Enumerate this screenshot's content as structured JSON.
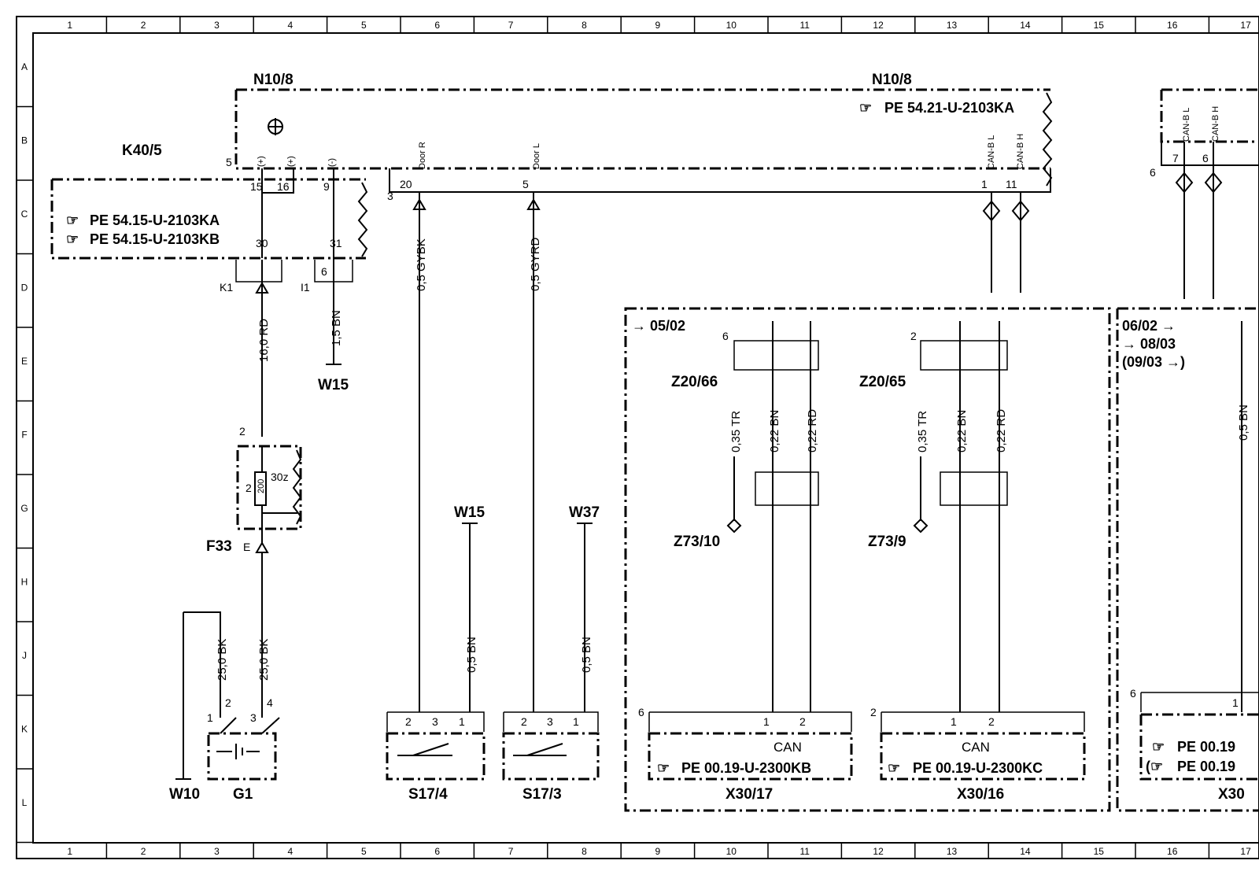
{
  "grid": {
    "columns": [
      "1",
      "2",
      "3",
      "4",
      "5",
      "6",
      "7",
      "8",
      "9",
      "10",
      "11",
      "12",
      "13",
      "14",
      "15",
      "16",
      "17"
    ],
    "rows": [
      "A",
      "B",
      "C",
      "D",
      "E",
      "F",
      "G",
      "H",
      "J",
      "K",
      "L"
    ]
  },
  "components": {
    "n10_8_left": "N10/8",
    "n10_8_right": "N10/8",
    "k40_5": "K40/5",
    "f33": "F33",
    "g1": "G1",
    "w10": "W10",
    "w15_a": "W15",
    "w15_b": "W15",
    "w37": "W37",
    "s17_4": "S17/4",
    "s17_3": "S17/3",
    "z20_66": "Z20/66",
    "z20_65": "Z20/65",
    "z73_10": "Z73/10",
    "z73_9": "Z73/9",
    "x30_17": "X30/17",
    "x30_16": "X30/16",
    "x30_right": "X30"
  },
  "references": {
    "n10_8": "PE  54.21-U-2103KA",
    "k40_5_a": "PE  54.15-U-2103KA",
    "k40_5_b": "PE  54.15-U-2103KB",
    "x30_17": "PE  00.19-U-2300KB",
    "x30_16": "PE  00.19-U-2300KC",
    "x30_right_a": "PE  00.19",
    "x30_right_b": "PE  00.19"
  },
  "dates": {
    "left": "→ 05/02",
    "right_1": "06/02 →",
    "right_2": "→ 08/03",
    "right_3": "(09/03 →)"
  },
  "signals": {
    "door_r": "Door R",
    "door_l": "Door L",
    "can_b_l": "CAN-B L",
    "can_b_h": "CAN-B H",
    "plus": "(+)",
    "minus": "(-)",
    "can": "CAN"
  },
  "wires": {
    "w_16rd": "16,0 RD",
    "w_15bn": "1,5 BN",
    "w_gybk": "0,5 GYBK",
    "w_gyrd": "0,5 GYRD",
    "w_25bk_a": "25,0 BK",
    "w_25bk_b": "25,0 BK",
    "w_05bn_a": "0,5 BN",
    "w_05bn_b": "0,5 BN",
    "w_035tr_a": "0,35 TR",
    "w_022bn_a": "0,22 BN",
    "w_022rd_a": "0,22 RD",
    "w_035tr_b": "0,35 TR",
    "w_022bn_b": "0,22 BN",
    "w_022rd_b": "0,22 RD",
    "w_05bn_c": "0,5 BN"
  },
  "pins": {
    "p5": "5",
    "p3": "3",
    "p15": "15",
    "p16": "16",
    "p9": "9",
    "p20": "20",
    "p5b": "5",
    "p1": "1",
    "p11": "11",
    "p30": "30",
    "p31": "31",
    "p6": "6",
    "k1": "K1",
    "i1": "I1",
    "f2": "2",
    "fe": "E",
    "f30z": "30z",
    "f200": "200",
    "f2b": "2",
    "g1_1": "1",
    "g1_2": "2",
    "g1_3": "3",
    "g1_4": "4",
    "s_2": "2",
    "s_3": "3",
    "s_1": "1",
    "z6": "6",
    "z2": "2",
    "x6": "6",
    "x2": "2",
    "x1": "1",
    "x2b": "2",
    "r6": "6",
    "r7": "7",
    "r6b": "6",
    "r1": "1",
    "r6c": "6"
  }
}
